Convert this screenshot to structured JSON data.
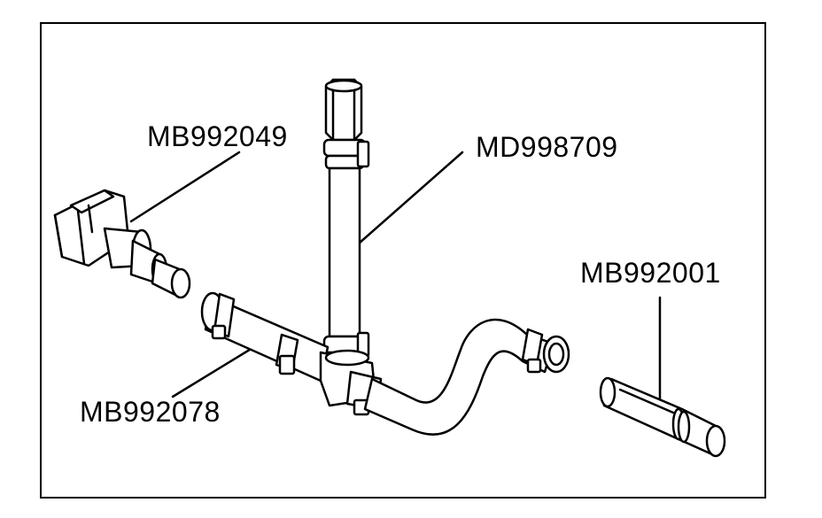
{
  "labels": {
    "MB992049": "MB992049",
    "MD998709": "MD998709",
    "MB992001": "MB992001",
    "MB992078": "MB992078"
  },
  "colors": {
    "line": "#000000",
    "fill": "#ffffff",
    "shade": "#d9d9d9"
  }
}
